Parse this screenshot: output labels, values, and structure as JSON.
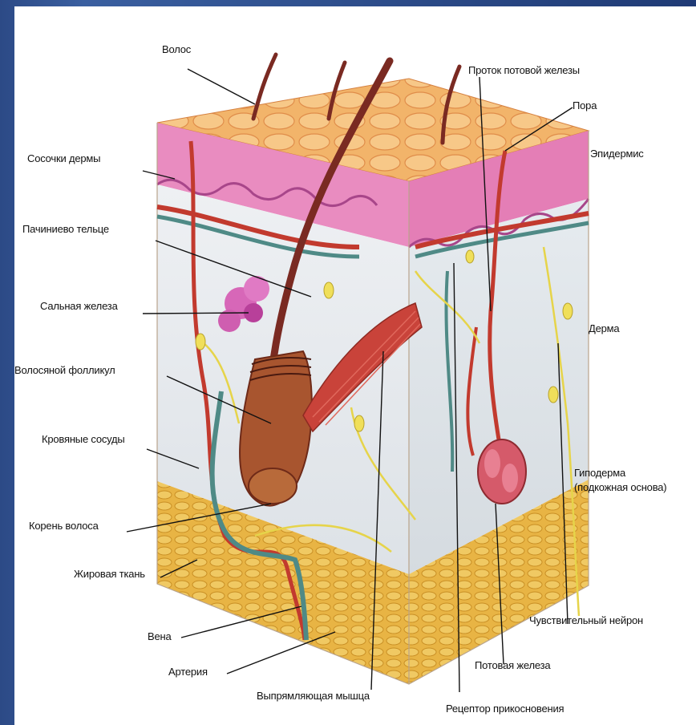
{
  "labels": {
    "hair": "Волос",
    "sweat_duct": "Проток потовой железы",
    "pore": "Пора",
    "dermal_papillae": "Сосочки дермы",
    "epidermis": "Эпидермис",
    "pacinian": "Пачиниево тельце",
    "sebaceous": "Сальная железа",
    "dermis": "Дерма",
    "follicle": "Волосяной фолликул",
    "vessels": "Кровяные сосуды",
    "hypodermis": "Гиподерма",
    "hypodermis_sub": "(подкожная основа)",
    "hair_root": "Корень волоса",
    "fat": "Жировая ткань",
    "sensory_neuron": "Чувствительный нейрон",
    "vein": "Вена",
    "artery": "Артерия",
    "sweat_gland": "Потовая железа",
    "arrector": "Выпрямляющая мышца",
    "touch_receptor": "Рецептор прикосновения"
  },
  "colors": {
    "background": "#2c4a86",
    "epidermis": "#e87ab8",
    "horny_layer": "#f2b36a",
    "dermis": "#e9ecef",
    "fat": "#e7b54a",
    "artery": "#c23a2e",
    "vein": "#4f8a86",
    "nerve": "#e6d44a"
  }
}
